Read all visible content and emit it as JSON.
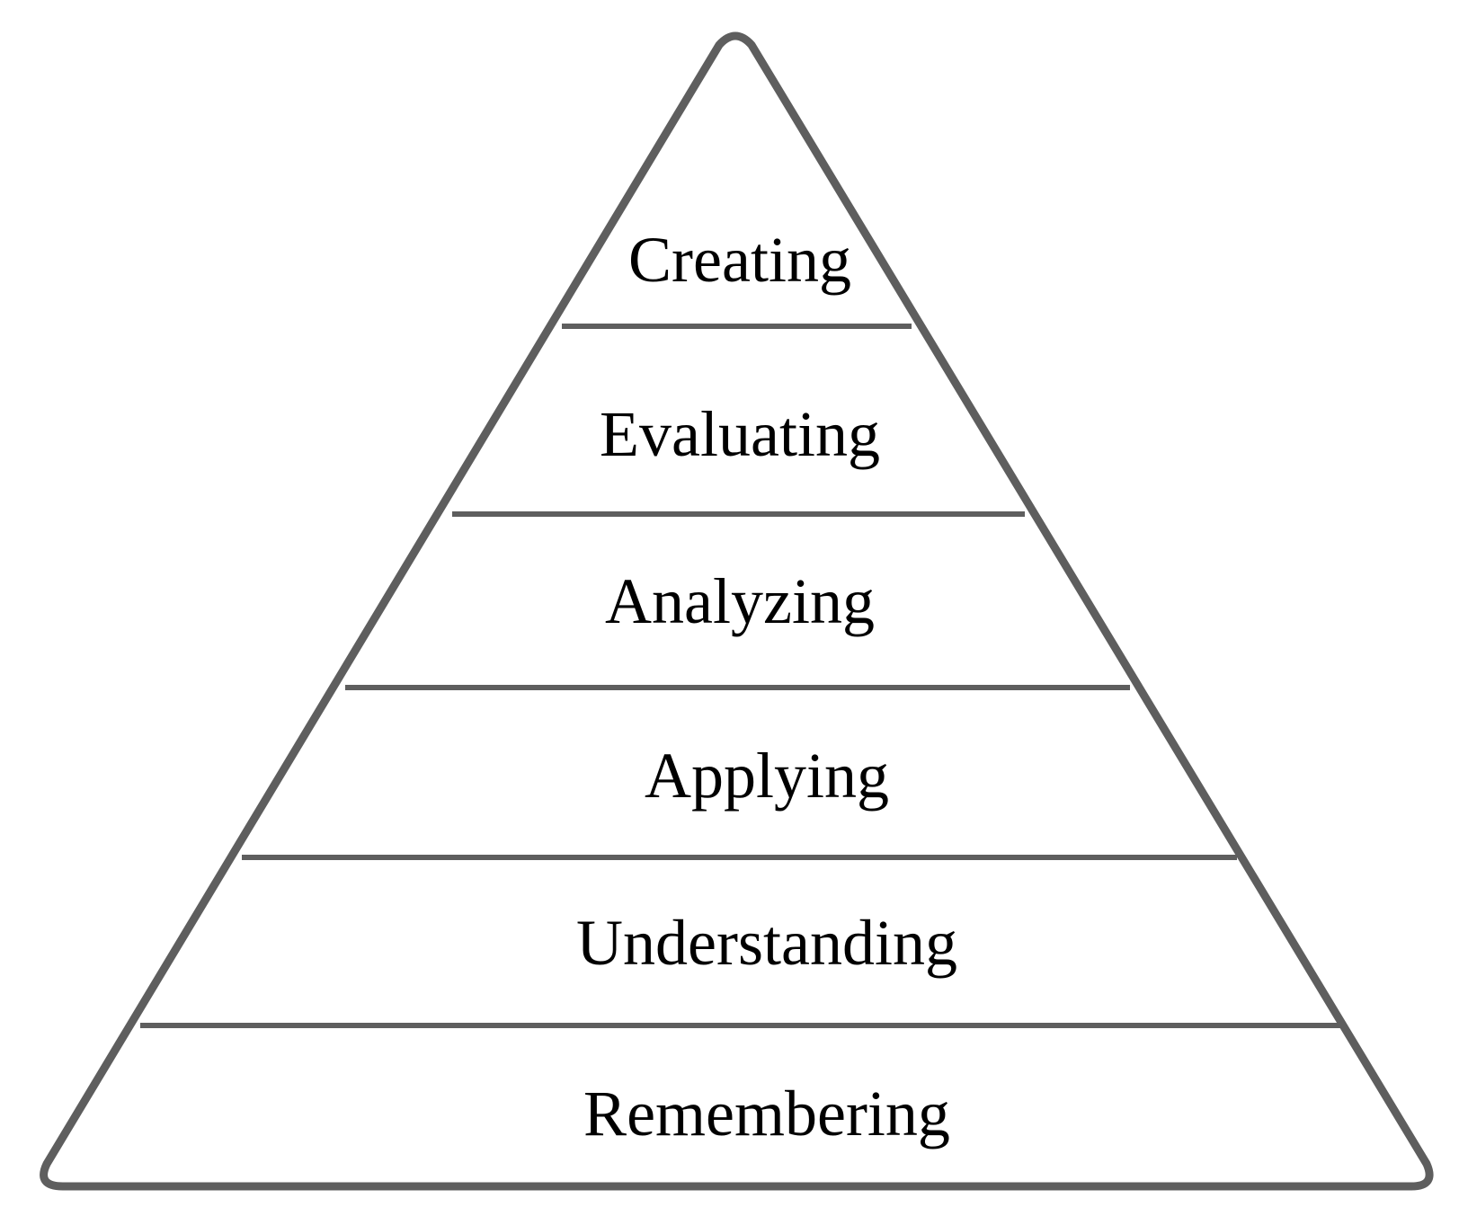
{
  "diagram": {
    "type": "pyramid",
    "levels": [
      {
        "label": "Creating"
      },
      {
        "label": "Evaluating"
      },
      {
        "label": "Analyzing"
      },
      {
        "label": "Applying"
      },
      {
        "label": "Understanding"
      },
      {
        "label": "Remembering"
      }
    ],
    "colors": {
      "outline": "#5e5e5e",
      "fill": "#ffffff",
      "text": "#000000"
    }
  }
}
